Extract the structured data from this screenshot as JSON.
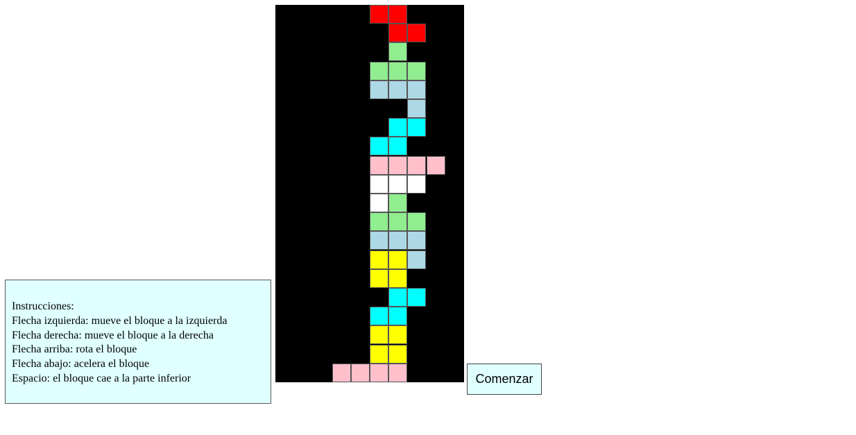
{
  "instructions": {
    "title": "Instrucciones:",
    "lines": [
      "Flecha izquierda: mueve el bloque a la izquierda",
      "Flecha derecha: mueve el bloque a la derecha",
      "Flecha arriba: rota el bloque",
      "Flecha abajo: acelera el bloque",
      "Espacio: el bloque cae a la parte inferior"
    ]
  },
  "start_button": {
    "label": "Comenzar"
  },
  "board": {
    "columns": 10,
    "rows": 20,
    "background": "#000000",
    "colors": {
      "red": "#ff0000",
      "lightgreen": "#90ee90",
      "lightblue": "#add8e6",
      "cyan": "#00ffff",
      "pink": "#ffc0cb",
      "white": "#ffffff",
      "yellow": "#ffff00"
    },
    "cells": [
      {
        "row": 0,
        "col": 5,
        "color": "red"
      },
      {
        "row": 0,
        "col": 6,
        "color": "red"
      },
      {
        "row": 1,
        "col": 6,
        "color": "red"
      },
      {
        "row": 1,
        "col": 7,
        "color": "red"
      },
      {
        "row": 2,
        "col": 6,
        "color": "lightgreen"
      },
      {
        "row": 3,
        "col": 5,
        "color": "lightgreen"
      },
      {
        "row": 3,
        "col": 6,
        "color": "lightgreen"
      },
      {
        "row": 3,
        "col": 7,
        "color": "lightgreen"
      },
      {
        "row": 4,
        "col": 5,
        "color": "lightblue"
      },
      {
        "row": 4,
        "col": 6,
        "color": "lightblue"
      },
      {
        "row": 4,
        "col": 7,
        "color": "lightblue"
      },
      {
        "row": 5,
        "col": 7,
        "color": "lightblue"
      },
      {
        "row": 6,
        "col": 6,
        "color": "cyan"
      },
      {
        "row": 6,
        "col": 7,
        "color": "cyan"
      },
      {
        "row": 7,
        "col": 5,
        "color": "cyan"
      },
      {
        "row": 7,
        "col": 6,
        "color": "cyan"
      },
      {
        "row": 8,
        "col": 5,
        "color": "pink"
      },
      {
        "row": 8,
        "col": 6,
        "color": "pink"
      },
      {
        "row": 8,
        "col": 7,
        "color": "pink"
      },
      {
        "row": 8,
        "col": 8,
        "color": "pink"
      },
      {
        "row": 9,
        "col": 5,
        "color": "white"
      },
      {
        "row": 9,
        "col": 6,
        "color": "white"
      },
      {
        "row": 9,
        "col": 7,
        "color": "white"
      },
      {
        "row": 10,
        "col": 5,
        "color": "white"
      },
      {
        "row": 10,
        "col": 6,
        "color": "lightgreen"
      },
      {
        "row": 11,
        "col": 5,
        "color": "lightgreen"
      },
      {
        "row": 11,
        "col": 6,
        "color": "lightgreen"
      },
      {
        "row": 11,
        "col": 7,
        "color": "lightgreen"
      },
      {
        "row": 12,
        "col": 5,
        "color": "lightblue"
      },
      {
        "row": 12,
        "col": 6,
        "color": "lightblue"
      },
      {
        "row": 12,
        "col": 7,
        "color": "lightblue"
      },
      {
        "row": 13,
        "col": 5,
        "color": "yellow"
      },
      {
        "row": 13,
        "col": 6,
        "color": "yellow"
      },
      {
        "row": 13,
        "col": 7,
        "color": "lightblue"
      },
      {
        "row": 14,
        "col": 5,
        "color": "yellow"
      },
      {
        "row": 14,
        "col": 6,
        "color": "yellow"
      },
      {
        "row": 15,
        "col": 6,
        "color": "cyan"
      },
      {
        "row": 15,
        "col": 7,
        "color": "cyan"
      },
      {
        "row": 16,
        "col": 5,
        "color": "cyan"
      },
      {
        "row": 16,
        "col": 6,
        "color": "cyan"
      },
      {
        "row": 17,
        "col": 5,
        "color": "yellow"
      },
      {
        "row": 17,
        "col": 6,
        "color": "yellow"
      },
      {
        "row": 18,
        "col": 5,
        "color": "yellow"
      },
      {
        "row": 18,
        "col": 6,
        "color": "yellow"
      },
      {
        "row": 19,
        "col": 3,
        "color": "pink"
      },
      {
        "row": 19,
        "col": 4,
        "color": "pink"
      },
      {
        "row": 19,
        "col": 5,
        "color": "pink"
      },
      {
        "row": 19,
        "col": 6,
        "color": "pink"
      }
    ]
  }
}
